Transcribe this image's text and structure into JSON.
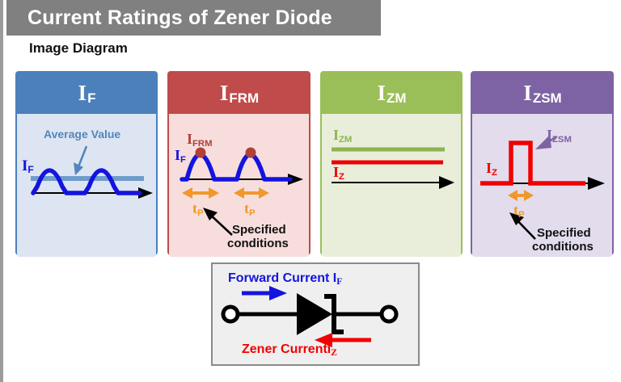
{
  "header": {
    "title": "Current Ratings of Zener Diode",
    "subtitle": "Image Diagram",
    "bar_color": "#808080",
    "title_color": "#ffffff"
  },
  "panels": [
    {
      "id": "if",
      "symbol": "I",
      "subscript": "F",
      "header_color": "#4b80bc",
      "body_color": "#dce5f1",
      "waveform": "rectified-sine-with-average",
      "labels": {
        "axis_label": "I",
        "axis_label_sub": "F",
        "axis_label_color": "#1414e0",
        "annotation": "Average Value",
        "annotation_color": "#5585bd"
      }
    },
    {
      "id": "ifrm",
      "symbol": "I",
      "subscript": "FRM",
      "header_color": "#c04b4b",
      "body_color": "#f7dedc",
      "waveform": "half-sine-pulses",
      "labels": {
        "peak_label": "I",
        "peak_label_sub": "FRM",
        "peak_label_color": "#b04138",
        "axis_label": "I",
        "axis_label_sub": "F",
        "axis_label_color": "#1414e0",
        "pulse_width": "t",
        "pulse_width_sub": "P",
        "pulse_width_color": "#f0982d",
        "note_line1": "Specified",
        "note_line2": "conditions",
        "note_color": "#111111"
      }
    },
    {
      "id": "izm",
      "symbol": "I",
      "subscript": "ZM",
      "header_color": "#9bbf58",
      "body_color": "#e9eedb",
      "waveform": "two-flat-levels",
      "labels": {
        "upper_label": "I",
        "upper_label_sub": "ZM",
        "upper_label_color": "#8fb34f",
        "lower_label": "I",
        "lower_label_sub": "Z",
        "lower_label_color": "#f00000"
      }
    },
    {
      "id": "izsm",
      "symbol": "I",
      "subscript": "ZSM",
      "header_color": "#7d63a4",
      "body_color": "#e3dcec",
      "waveform": "single-rect-pulse",
      "labels": {
        "peak_label": "I",
        "peak_label_sub": "ZSM",
        "peak_label_color": "#7d63a4",
        "axis_label": "I",
        "axis_label_sub": "Z",
        "axis_label_color": "#f00000",
        "pulse_width": "t",
        "pulse_width_sub": "P",
        "pulse_width_color": "#f0982d",
        "note_line1": "Specified",
        "note_line2": "conditions",
        "note_color": "#111111"
      }
    }
  ],
  "symbol_box": {
    "forward_text": "Forward Current I",
    "forward_sub": "F",
    "forward_color": "#1414e0",
    "zener_text": "Zener CurrentI",
    "zener_sub": "Z",
    "zener_color": "#f00000",
    "component": "zener-diode-symbol",
    "background": "#efefef"
  }
}
